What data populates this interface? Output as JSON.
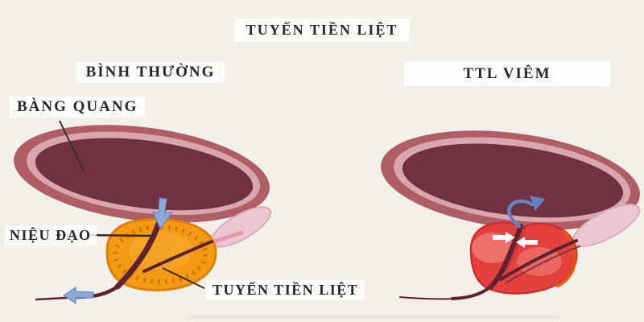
{
  "title": "TUYẾN TIỀN LIỆT",
  "panels": {
    "normal": {
      "heading": "BÌNH THƯỜNG"
    },
    "inflamed": {
      "heading": "TTL VIÊM"
    }
  },
  "annotations": {
    "bladder": "BÀNG QUANG",
    "urethra": "NIỆU ĐẠO",
    "prostate": "TUYẾN TIỀN LIỆT"
  },
  "colors": {
    "background": "#f3f0e9",
    "label_plate": "#ffffff",
    "text": "#26262b",
    "pointer_line": "#3a2a30",
    "bladder_wall": "#b05e66",
    "bladder_inner_ring": "#d9a6ad",
    "bladder_interior": "#703140",
    "prostate_normal": "#f39a12",
    "prostate_normal_border": "#e07f06",
    "prostate_normal_ticks": "#cf7500",
    "prostate_normal_highlight": "#f6ab33",
    "prostate_inflamed": "#e4403d",
    "prostate_inflamed_border": "#cf2d2c",
    "prostate_inflamed_highlight": "#f0807a",
    "inflammation_rim": "#e35706",
    "inflammation_cleft": "#a92433",
    "urethra": "#5e2331",
    "duct_inner": "#7a3642",
    "duct_pink": "#e39aae",
    "flow_arrow": "#8aa9d6",
    "flow_arrow_border": "#6283bd",
    "seminal_vesicle": "#ecc7d2",
    "seminal_vesicle_border": "#dcaaba",
    "compression_arrow": "#ffffff",
    "shadow_streak": "#ddd3c2"
  }
}
